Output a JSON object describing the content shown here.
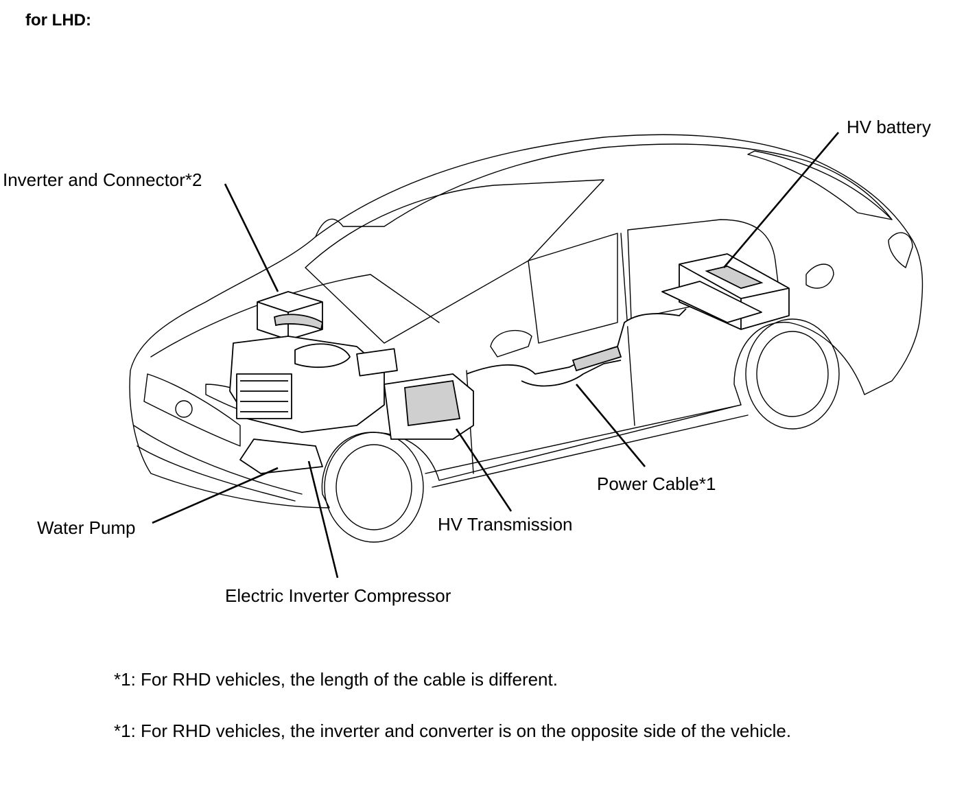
{
  "heading": "for LHD:",
  "labels": {
    "hv_battery": "HV battery",
    "inverter_connector": "Inverter and Connector*2",
    "power_cable": "Power Cable*1",
    "hv_transmission": "HV Transmission",
    "water_pump": "Water Pump",
    "electric_inverter_compressor": "Electric Inverter Compressor"
  },
  "notes": [
    "*1: For RHD vehicles, the length of the cable is different.",
    "*1: For RHD vehicles, the inverter and converter is on the opposite side of the vehicle."
  ]
}
